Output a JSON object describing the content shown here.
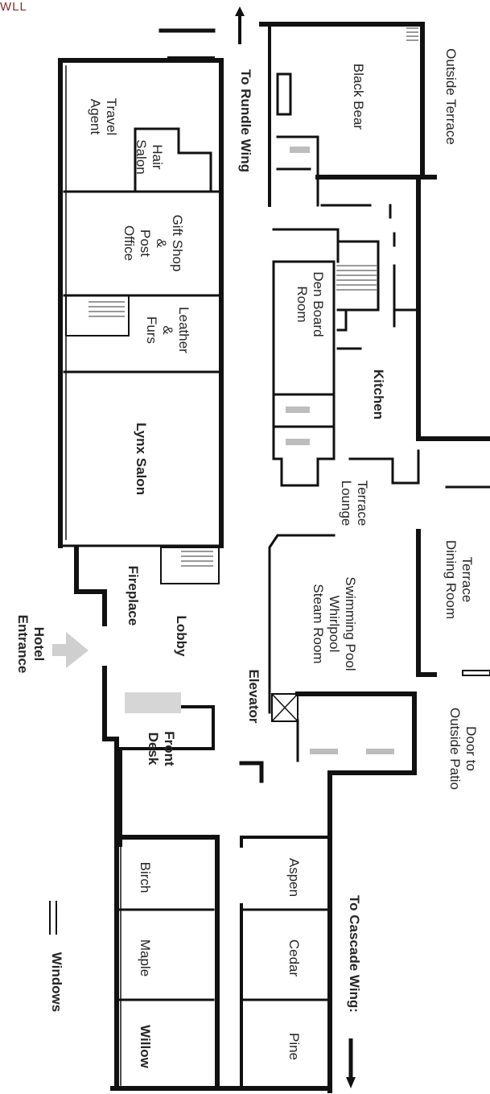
{
  "corner_text": "WLL",
  "rooms": {
    "outside_terrace": "Outside Terrace",
    "black_bear": "Black Bear",
    "travel_agent": [
      "Travel",
      "Agent"
    ],
    "hair_salon": [
      "Hair",
      "Salon"
    ],
    "gift_shop": [
      "Gift Shop",
      "&",
      "Post",
      "Office"
    ],
    "den_board": [
      "Den Board",
      "Room"
    ],
    "leather": [
      "Leather",
      "&",
      "Furs"
    ],
    "kitchen": "Kitchen",
    "lynx_salon": "Lynx Salon",
    "terrace_lounge": [
      "Terrace",
      "Lounge"
    ],
    "terrace_dining": [
      "Terrace",
      "Dining Room"
    ],
    "fireplace": "Fireplace",
    "swimming_pool": [
      "Swimming Pool",
      "Whirlpool",
      "Steam Room"
    ],
    "lobby": "Lobby",
    "hotel_entrance": [
      "Hotel",
      "Entrance"
    ],
    "door_patio": [
      "Door to",
      "Outside Patio"
    ],
    "elevator": "Elevator",
    "front_desk": [
      "Front",
      "Desk"
    ],
    "birch": "Birch",
    "aspen": "Aspen",
    "maple": "Maple",
    "cedar": "Cedar",
    "willow": "Willow",
    "pine": "Pine"
  },
  "directions": {
    "rundle": "To Rundle Wing",
    "cascade": "To Cascade Wing:"
  },
  "legend": {
    "windows_label": "Windows"
  }
}
